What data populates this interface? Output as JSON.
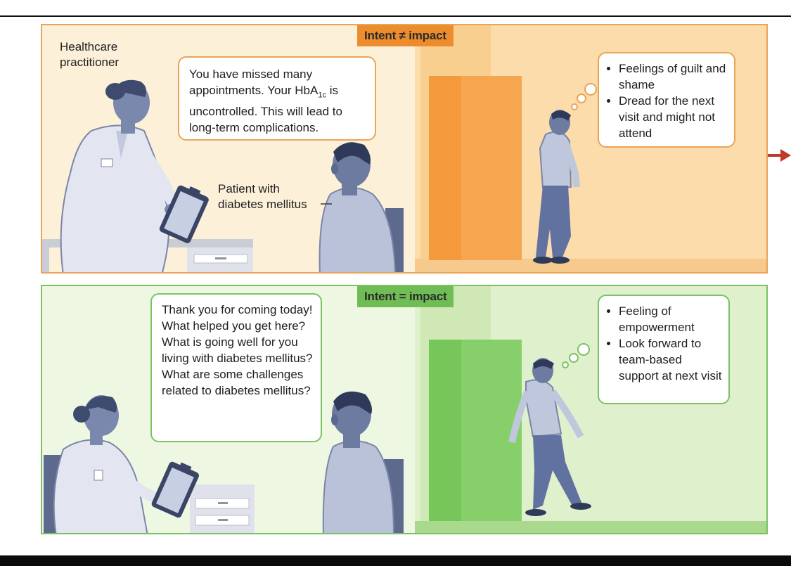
{
  "panels": {
    "top": {
      "tag": "Intent ≠ impact",
      "speech_pre": "You have missed many appointments. Your HbA",
      "speech_sub": "1c",
      "speech_post": " is uncontrolled. This will lead to long-term complications.",
      "thoughts": [
        "Feelings of guilt and shame",
        "Dread for the next visit and might not attend"
      ],
      "practitioner_label": "Healthcare practitioner",
      "patient_label": "Patient with diabetes mellitus",
      "colors": {
        "background": "#fdf0d9",
        "accent": "#ec8c2d",
        "border": "#e9a458"
      }
    },
    "bottom": {
      "tag": "Intent = impact",
      "speech": "Thank you for coming today! What helped you get here? What is going well for you living with diabetes mellitus? What are some challenges related to diabetes mellitus?",
      "thoughts": [
        "Feeling of empowerment",
        "Look forward to team-based support at next visit"
      ],
      "colors": {
        "background": "#eef7e2",
        "accent": "#6fbd54",
        "border": "#7cc265"
      }
    }
  },
  "icons": [
    "practitioner-figure",
    "patient-figure",
    "walking-patient-figure",
    "clipboard-icon",
    "thought-bubble-icon",
    "right-arrow-icon"
  ]
}
